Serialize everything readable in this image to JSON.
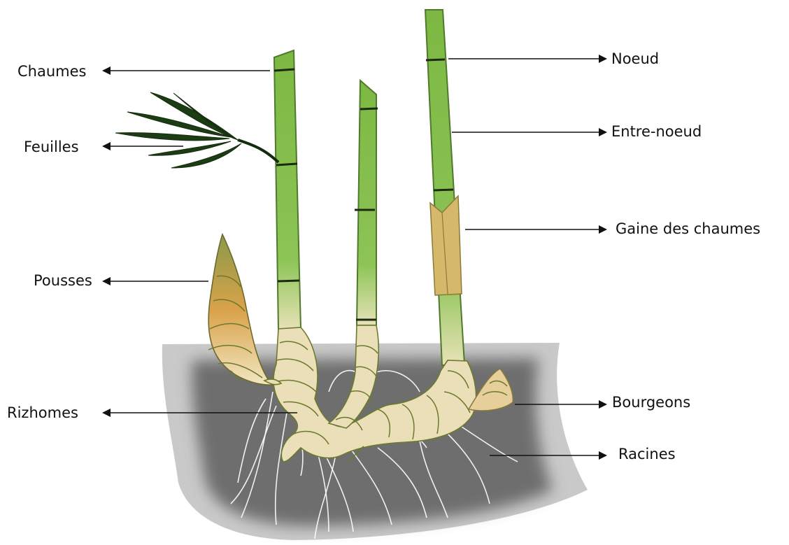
{
  "labels": {
    "chaumes": "Chaumes",
    "feuilles": "Feuilles",
    "pousses": "Pousses",
    "rizhomes": "Rizhomes",
    "noeud": "Noeud",
    "entre_noeud": "Entre-noeud",
    "gaine": "Gaine des chaumes",
    "bourgeons": "Bourgeons",
    "racines": "Racines"
  },
  "colors": {
    "soil_outer": "#c9c9c9",
    "soil_inner": "#6e6e6e",
    "culm": "#86bd45",
    "rhizome": "#eadfb8",
    "leaf": "#1c3d14",
    "sheath": "#d6b86a"
  }
}
